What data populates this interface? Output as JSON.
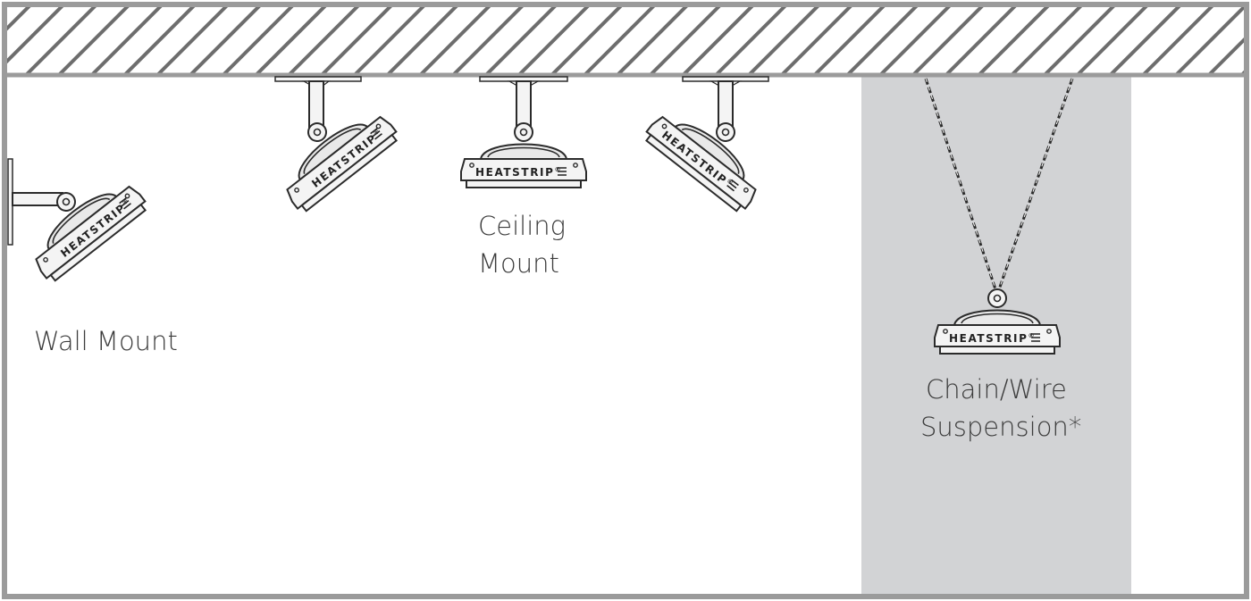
{
  "colors": {
    "frame": "#9b9b9b",
    "suspension_zone": "#d2d3d5",
    "line": "#2b2b2b",
    "heater_fill": "#f4f4f4",
    "label": "#3c3c3c"
  },
  "brand": "HEATSTRIP",
  "brand_mark": "®",
  "labels": {
    "wall_mount": "Wall Mount",
    "ceiling_mount_line1": "Ceiling",
    "ceiling_mount_line2": "Mount",
    "suspension_line1": "Chain/Wire",
    "suspension_line2": "Suspension*"
  },
  "icons": {
    "heat_symbol": "heat-waves-icon",
    "chain": "chain-link-icon"
  }
}
